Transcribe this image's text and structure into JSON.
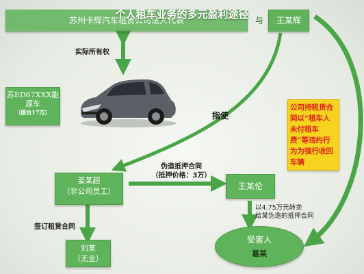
{
  "title": "个人租车业务的多元盈利途径",
  "top_company": "苏州卡辉汽车租赁公司法人代表",
  "top_and": "与",
  "top_person": "王某辉",
  "ownership_label": "实际所有权",
  "car_box": {
    "line1": "苏ED67XXX能",
    "line2": "源车",
    "price": "（原价17万）"
  },
  "direct_label": "指使",
  "red_box": "公司持租赁合同以“租车人未付租车费”等违约行为为强行收回车辆",
  "jiang_box": {
    "name": "姜某超",
    "role": "（非公司员工）"
  },
  "forged_contract": {
    "line1": "伪造抵押合同",
    "line2": "（抵押价格：3万）"
  },
  "wang_box": "王某伦",
  "sale_label": {
    "line1": "以4.75万元转卖",
    "line2": "给某伪造的抵押合同"
  },
  "sign_lease_label": "签订租赁合同",
  "liu_box": {
    "name": "刘某",
    "role": "（无业）"
  },
  "victim": {
    "title": "受害人",
    "name": "葛某"
  },
  "colors": {
    "green": "#5fb35a",
    "arrow": "#4aa548",
    "red_box_bg": "#f5d31f",
    "red_text": "#e3211c"
  }
}
